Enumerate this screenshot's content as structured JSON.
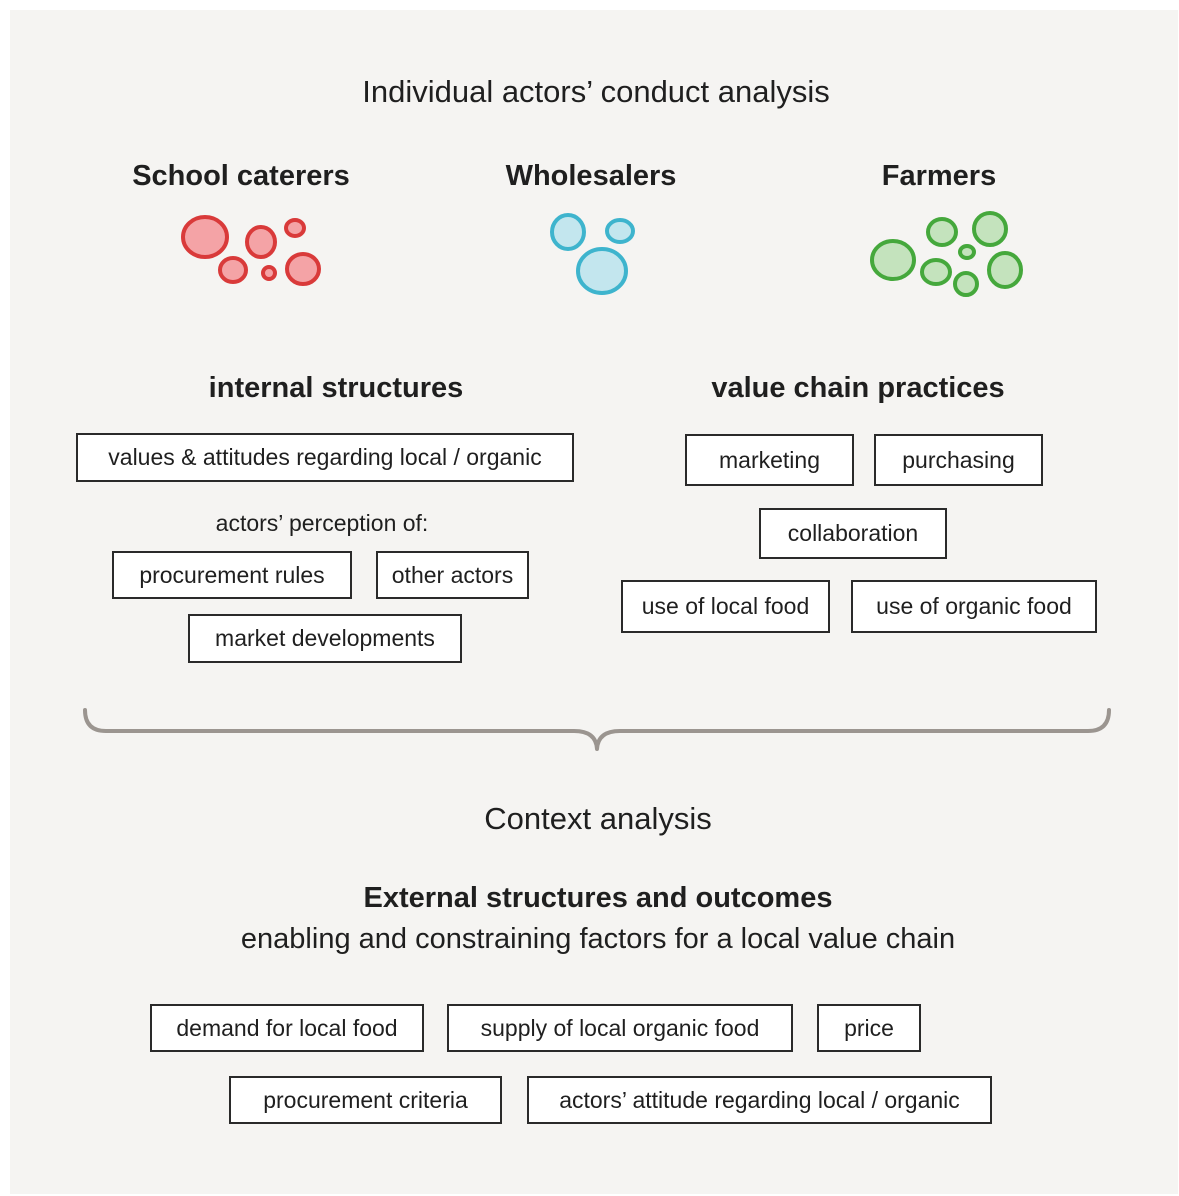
{
  "title": "Individual actors’ conduct analysis",
  "actors": [
    {
      "label": "School caterers",
      "color": "#d93a3a",
      "fill": "#f4a3a6",
      "icon": "red-circles-cluster-icon"
    },
    {
      "label": "Wholesalers",
      "color": "#3eb4cd",
      "fill": "#c3e6ee",
      "icon": "blue-circles-cluster-icon"
    },
    {
      "label": "Farmers",
      "color": "#45a83c",
      "fill": "#c4e3bd",
      "icon": "green-circles-cluster-icon"
    }
  ],
  "internal": {
    "heading": "internal structures",
    "values_box": "values & attitudes regarding local / organic",
    "perception_label": "actors’ perception of:",
    "items": [
      "procurement rules",
      "other actors",
      "market developments"
    ]
  },
  "value_chain": {
    "heading": "value chain practices",
    "items": [
      "marketing",
      "purchasing",
      "collaboration",
      "use of local food",
      "use of organic food"
    ]
  },
  "brace": {
    "icon": "curly-brace-icon",
    "color": "#9b9590"
  },
  "context": {
    "title": "Context analysis",
    "heading": "External structures and outcomes",
    "subheading": "enabling and constraining factors for a local value chain",
    "items": [
      "demand for local food",
      "supply of local organic food",
      "price",
      "procurement criteria",
      "actors’ attitude regarding local / organic"
    ]
  }
}
